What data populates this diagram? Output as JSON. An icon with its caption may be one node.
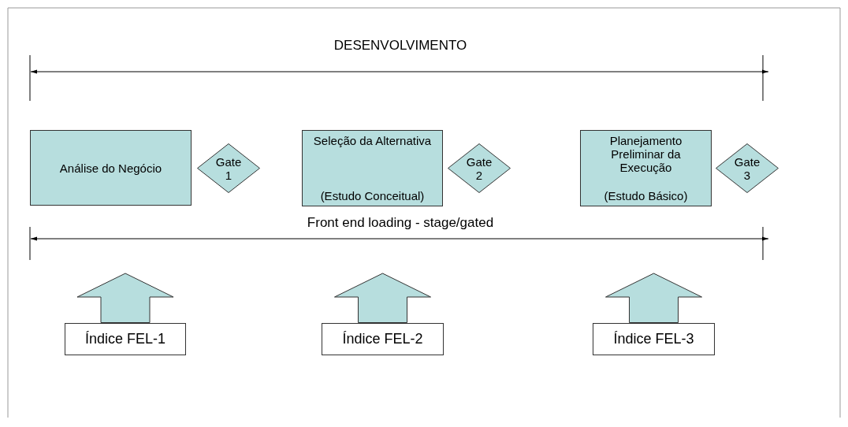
{
  "diagram": {
    "nodes": [
      {
        "text": [
          "Análise do Negócio"
        ]
      },
      {
        "text": [
          "Gate 1"
        ]
      },
      {
        "text": [
          "Seleção da Alternativa",
          "(Estudo  Conceitual)"
        ]
      },
      {
        "text": [
          "Gate 2"
        ]
      },
      {
        "text": [
          "Planejamento Preliminar da Execução",
          "(Estudo Básico)"
        ]
      },
      {
        "text": [
          "Gate 3"
        ]
      },
      {
        "text": [
          "Índice FEL-1"
        ]
      },
      {
        "text": [
          "Índice FEL-2"
        ]
      },
      {
        "text": [
          "Índice FEL-3"
        ]
      }
    ],
    "edges": [
      {
        "from": 6,
        "to": null,
        "arrow": "to"
      },
      {
        "from": 7,
        "to": null,
        "arrow": "to"
      },
      {
        "from": 8,
        "to": null,
        "arrow": "to"
      }
    ],
    "labels": [
      "DESENVOLVIMENTO",
      "Front end loading - stage/gated"
    ]
  }
}
